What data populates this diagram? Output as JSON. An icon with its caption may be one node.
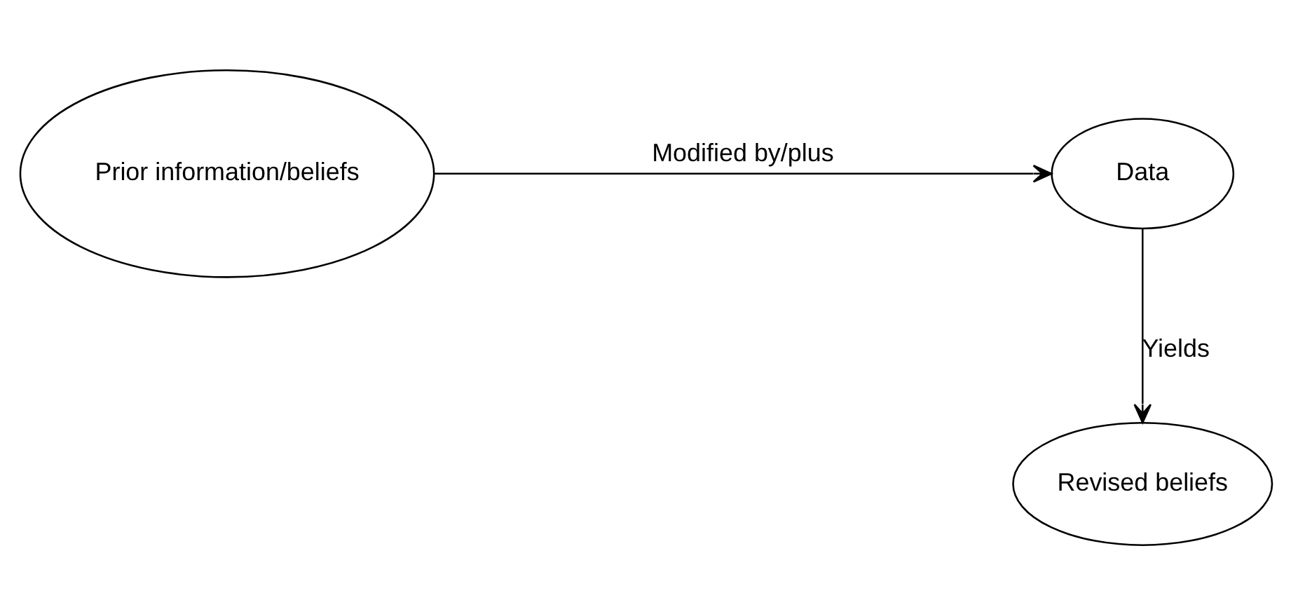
{
  "diagram": {
    "nodes": [
      {
        "text": [
          "Prior information/beliefs"
        ]
      },
      {
        "text": [
          "Data"
        ]
      },
      {
        "text": [
          "Revised beliefs"
        ]
      }
    ],
    "edges": [
      {
        "from": 0,
        "to": 1,
        "arrow": "to",
        "label": "Modified by/plus"
      },
      {
        "from": 1,
        "to": 2,
        "arrow": "to",
        "label": "Yields"
      }
    ]
  }
}
